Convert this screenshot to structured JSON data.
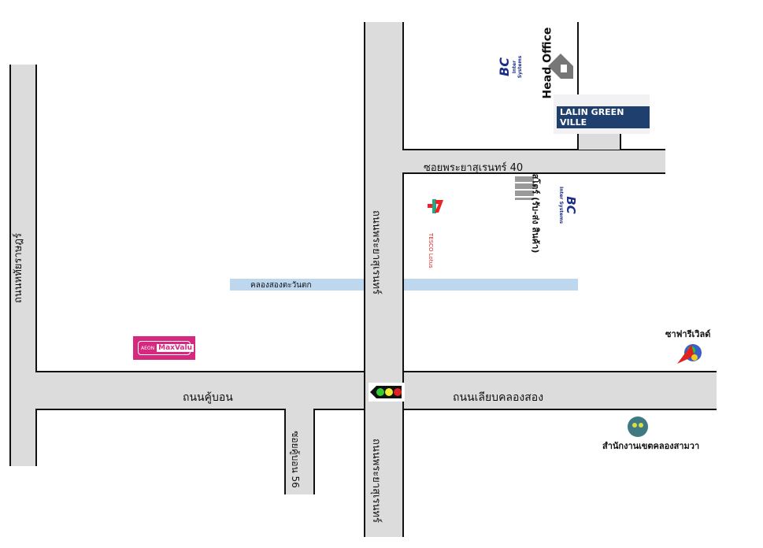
{
  "roads": {
    "left_vertical": "ถนนหทัยราษฎร์",
    "center_vertical_top": "ถนนพระยาสุเรนทร์",
    "center_vertical_bottom": "ถนนพระยาสุเรนทร์",
    "main_west": "ถนนคู้บอน",
    "main_east": "ถนนเลียบคลองสอง",
    "soi_40": "ซอยพระยาสุเรนทร์ 40",
    "soi_56": "ซอยคู้บอน 56"
  },
  "canal": {
    "label": "คลองสองตะวันตก",
    "color": "#bdd7ee"
  },
  "landmarks": {
    "head_office": "Head Office",
    "bc_logo": "BC",
    "bc_sub": "Inter Systems",
    "store": "สโตร์ (รับ-ส่ง สินค้า)",
    "village": "LALIN GREEN VILLE",
    "maxvalu": "MaxValu",
    "maxvalu_prefix": "AEON",
    "tesco": "TESCO Lotus",
    "safari": "ซาฟารีเวิลด์",
    "district_office": "สำนักงานเขตคลองสามวา"
  },
  "colors": {
    "road": "#dcdcdc",
    "maxvalu": "#d6287f",
    "village": "#1f3f6e"
  }
}
